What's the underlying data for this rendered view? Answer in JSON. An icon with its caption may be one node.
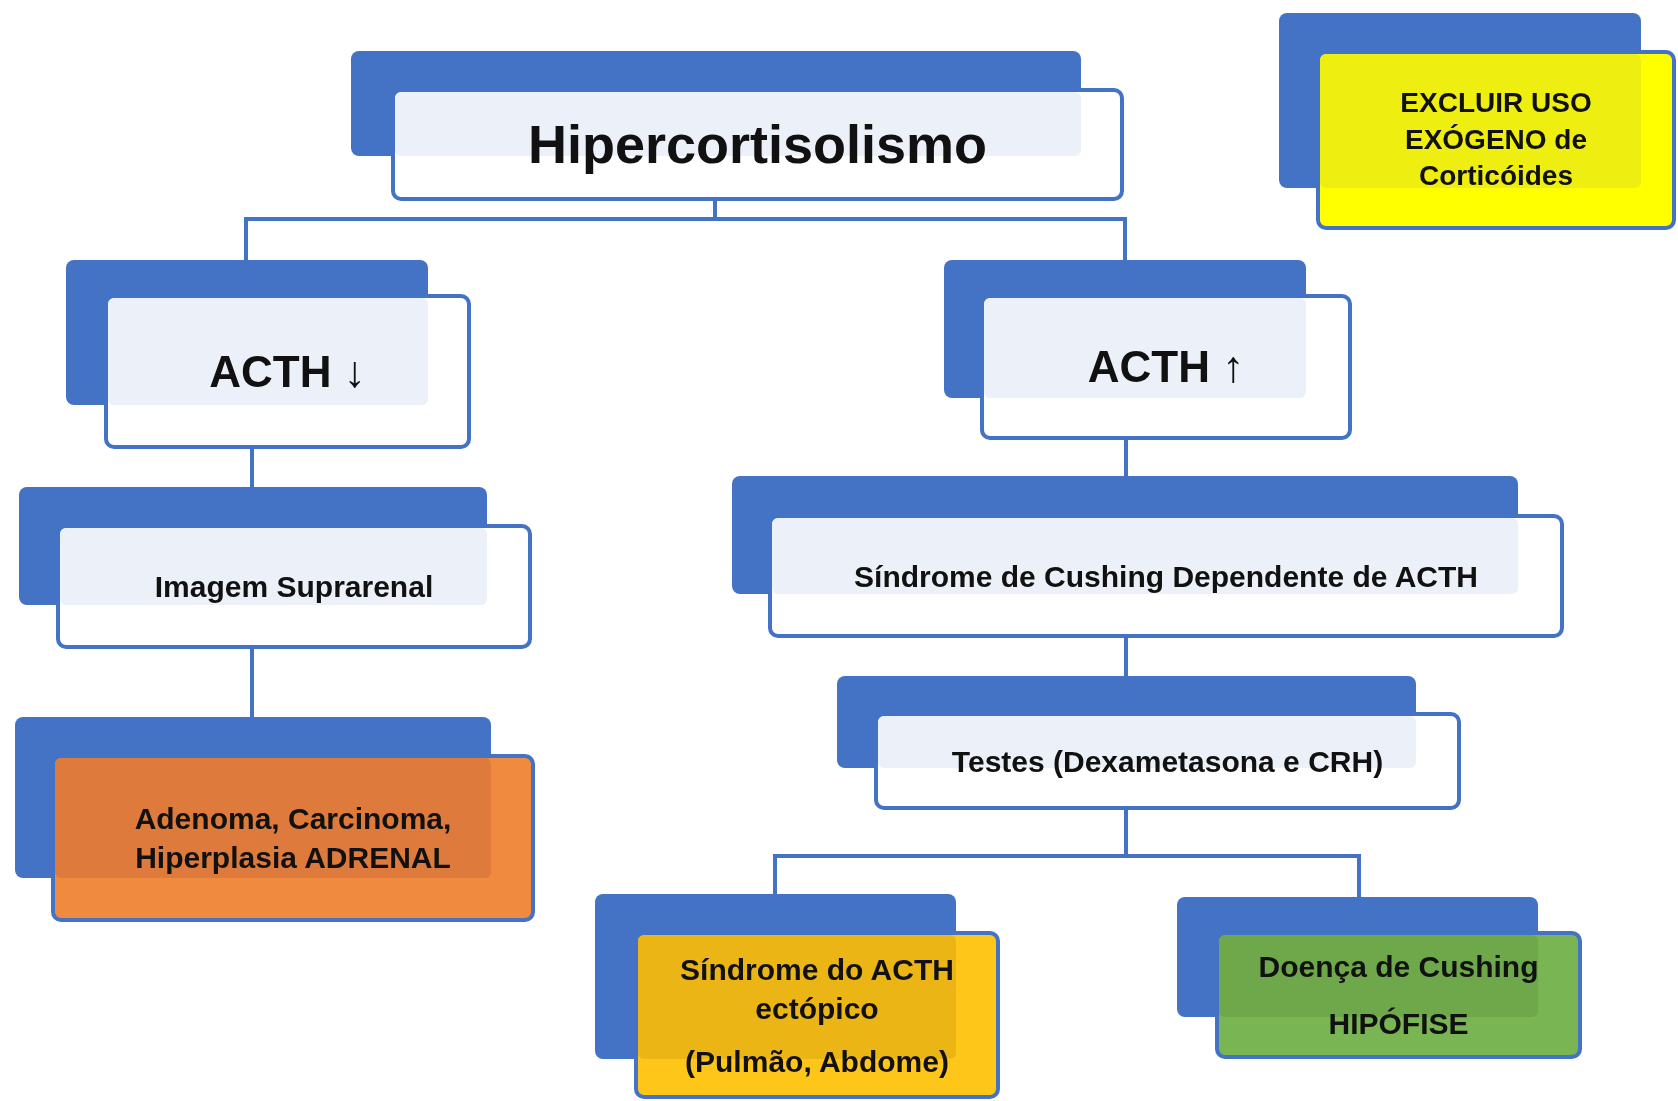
{
  "diagram": {
    "nodes": [
      {
        "text": [
          "Hipercortisolismo"
        ]
      },
      {
        "text": [
          "EXCLUIR USO EXÓGENO de Corticóides"
        ]
      },
      {
        "text": [
          "ACTH ↓"
        ]
      },
      {
        "text": [
          "ACTH ↑"
        ]
      },
      {
        "text": [
          "Imagem Suprarenal"
        ]
      },
      {
        "text": [
          "Síndrome de Cushing Dependente de ACTH"
        ]
      },
      {
        "text": [
          "Adenoma, Carcinoma, Hiperplasia ADRENAL"
        ]
      },
      {
        "text": [
          "Testes (Dexametasona e CRH)"
        ]
      },
      {
        "text": [
          "Síndrome do ACTH ectópico",
          "(Pulmão, Abdome)"
        ]
      },
      {
        "text": [
          "Doença de Cushing",
          "HIPÓFISE"
        ]
      }
    ],
    "edges": [
      {
        "from": 0,
        "to": 2,
        "arrow": "none"
      },
      {
        "from": 0,
        "to": 3,
        "arrow": "none"
      },
      {
        "from": 2,
        "to": 4,
        "arrow": "none"
      },
      {
        "from": 4,
        "to": 6,
        "arrow": "none"
      },
      {
        "from": 3,
        "to": 5,
        "arrow": "none"
      },
      {
        "from": 5,
        "to": 7,
        "arrow": "none"
      },
      {
        "from": 7,
        "to": 8,
        "arrow": "none"
      },
      {
        "from": 7,
        "to": 9,
        "arrow": "none"
      }
    ]
  }
}
